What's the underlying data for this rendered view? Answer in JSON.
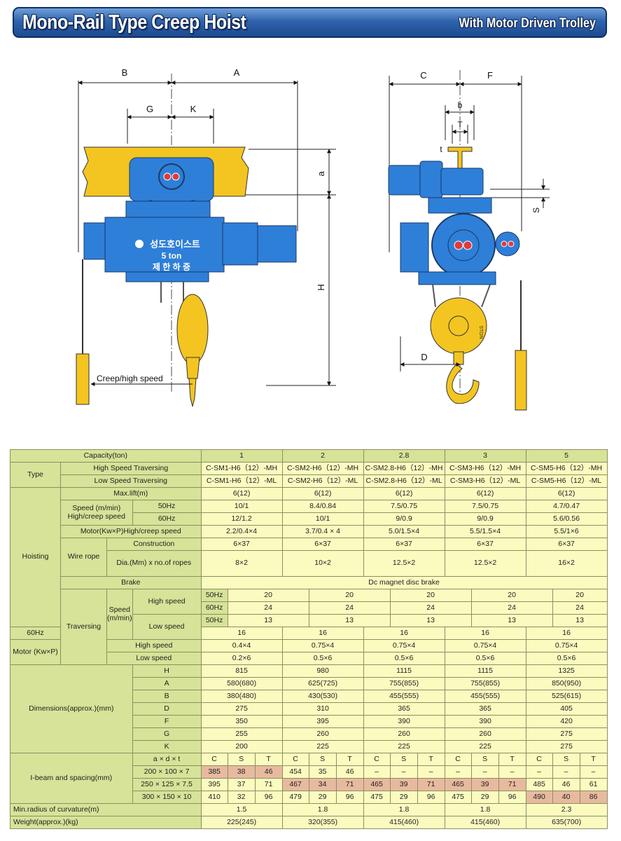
{
  "header": {
    "title": "Mono-Rail Type Creep Hoist",
    "subtitle": "With Motor Driven Trolley"
  },
  "diagram": {
    "front_dims": [
      "B",
      "A",
      "G",
      "K",
      "a",
      "H"
    ],
    "side_dims": [
      "C",
      "F",
      "b",
      "T",
      "t",
      "S",
      "D"
    ],
    "plate": [
      "성도호이스트",
      "5 ton",
      "제 한 하 중"
    ],
    "hook_text": "5TON",
    "creep_label": "Creep/high speed"
  },
  "table": {
    "capacity_label": "Capacity(ton)",
    "capacities": [
      "1",
      "2",
      "2.8",
      "3",
      "5"
    ],
    "type_label": "Type",
    "hst_label": "High Speed Traversing",
    "lst_label": "Low Speed Traversing",
    "hst": [
      "C-SM1-H6（12）-MH",
      "C-SM2-H6（12）-MH",
      "C-SM2.8-H6（12）-MH",
      "C-SM3-H6（12）-MH",
      "C-SM5-H6（12）-MH"
    ],
    "lst": [
      "C-SM1-H6（12）-ML",
      "C-SM2-H6（12）-ML",
      "C-SM2.8-H6（12）-ML",
      "C-SM3-H6（12）-ML",
      "C-SM5-H6（12）-ML"
    ],
    "hoisting_label": "Hoisting",
    "maxlift_label": "Max.lift(m)",
    "maxlift": [
      "6(12)",
      "6(12)",
      "6(12)",
      "6(12)",
      "6(12)"
    ],
    "speed_label": "Speed (m/min) High/creep speed",
    "hz50": "50Hz",
    "hz60": "60Hz",
    "hspeed50": [
      "10/1",
      "8.4/0.84",
      "7.5/0.75",
      "7.5/0.75",
      "4.7/0.47"
    ],
    "hspeed60": [
      "12/1.2",
      "10/1",
      "9/0.9",
      "9/0.9",
      "5.6/0.56"
    ],
    "motor_label": "Motor(Kw×P)High/creep speed",
    "motor": [
      "2.2/0.4×4",
      "3.7/0.4 × 4",
      "5.0/1.5×4",
      "5.5/1.5×4",
      "5.5/1×6"
    ],
    "wirerope_label": "Wire rope",
    "construction_label": "Construction",
    "construction": [
      "6×37",
      "6×37",
      "6×37",
      "6×37",
      "6×37"
    ],
    "dia_label": "Dia.(Mm) x no.of ropes",
    "dia": [
      "8×2",
      "10×2",
      "12.5×2",
      "12.5×2",
      "16×2"
    ],
    "brake_label": "Brake",
    "brake": "Dc magnet disc brake",
    "traversing_label": "Traversing",
    "tspeed_label": "Speed (m/min)",
    "high_speed_label": "High speed",
    "low_speed_label": "Low speed",
    "th50": [
      "20",
      "20",
      "20",
      "20",
      "20"
    ],
    "th60": [
      "24",
      "24",
      "24",
      "24",
      "24"
    ],
    "tl50": [
      "13",
      "13",
      "13",
      "13",
      "13"
    ],
    "tl60": [
      "16",
      "16",
      "16",
      "16",
      "16"
    ],
    "tmotor_label": "Motor (Kw×P)",
    "thigh_label": "High speed",
    "tlow_label": "Low speed",
    "tmhigh": [
      "0.4×4",
      "0.75×4",
      "0.75×4",
      "0.75×4",
      "0.75×4"
    ],
    "tmlow": [
      "0.2×6",
      "0.5×6",
      "0.5×6",
      "0.5×6",
      "0.5×6"
    ],
    "dimensions_label": "Dimensions(approx.)(mm)",
    "dims": [
      {
        "key": "H",
        "values": [
          "815",
          "980",
          "1115",
          "1115",
          "1325"
        ]
      },
      {
        "key": "A",
        "values": [
          "580(680)",
          "625(725)",
          "755(855)",
          "755(855)",
          "850(950)"
        ]
      },
      {
        "key": "B",
        "values": [
          "380(480)",
          "430(530)",
          "455(555)",
          "455(555)",
          "525(615)"
        ]
      },
      {
        "key": "D",
        "values": [
          "275",
          "310",
          "365",
          "365",
          "405"
        ]
      },
      {
        "key": "F",
        "values": [
          "350",
          "395",
          "390",
          "390",
          "420"
        ]
      },
      {
        "key": "G",
        "values": [
          "255",
          "260",
          "260",
          "260",
          "275"
        ]
      },
      {
        "key": "K",
        "values": [
          "200",
          "225",
          "225",
          "225",
          "275"
        ]
      }
    ],
    "ibeam_label": "I-beam and spacing(mm)",
    "ibeam_header": "a × d × t",
    "cst": [
      "C",
      "S",
      "T"
    ],
    "ibeam_rows": [
      {
        "size": "200 × 100 × 7",
        "values": [
          "385",
          "38",
          "46",
          "454",
          "35",
          "46",
          "–",
          "–",
          "–",
          "–",
          "–",
          "–",
          "–",
          "–",
          "–"
        ]
      },
      {
        "size": "250 × 125 × 7.5",
        "values": [
          "395",
          "37",
          "71",
          "467",
          "34",
          "71",
          "465",
          "39",
          "71",
          "465",
          "39",
          "71",
          "485",
          "46",
          "61"
        ]
      },
      {
        "size": "300 × 150 × 10",
        "values": [
          "410",
          "32",
          "96",
          "479",
          "29",
          "96",
          "475",
          "29",
          "96",
          "475",
          "29",
          "96",
          "490",
          "40",
          "86"
        ]
      }
    ],
    "radius_label": "Min.radius of curvature(m)",
    "radius": [
      "1.5",
      "1.8",
      "1.8",
      "1.8",
      "2.3"
    ],
    "weight_label": "Weight(approx.)(kg)",
    "weight": [
      "225(245)",
      "320(355)",
      "415(460)",
      "415(460)",
      "635(700)"
    ]
  }
}
